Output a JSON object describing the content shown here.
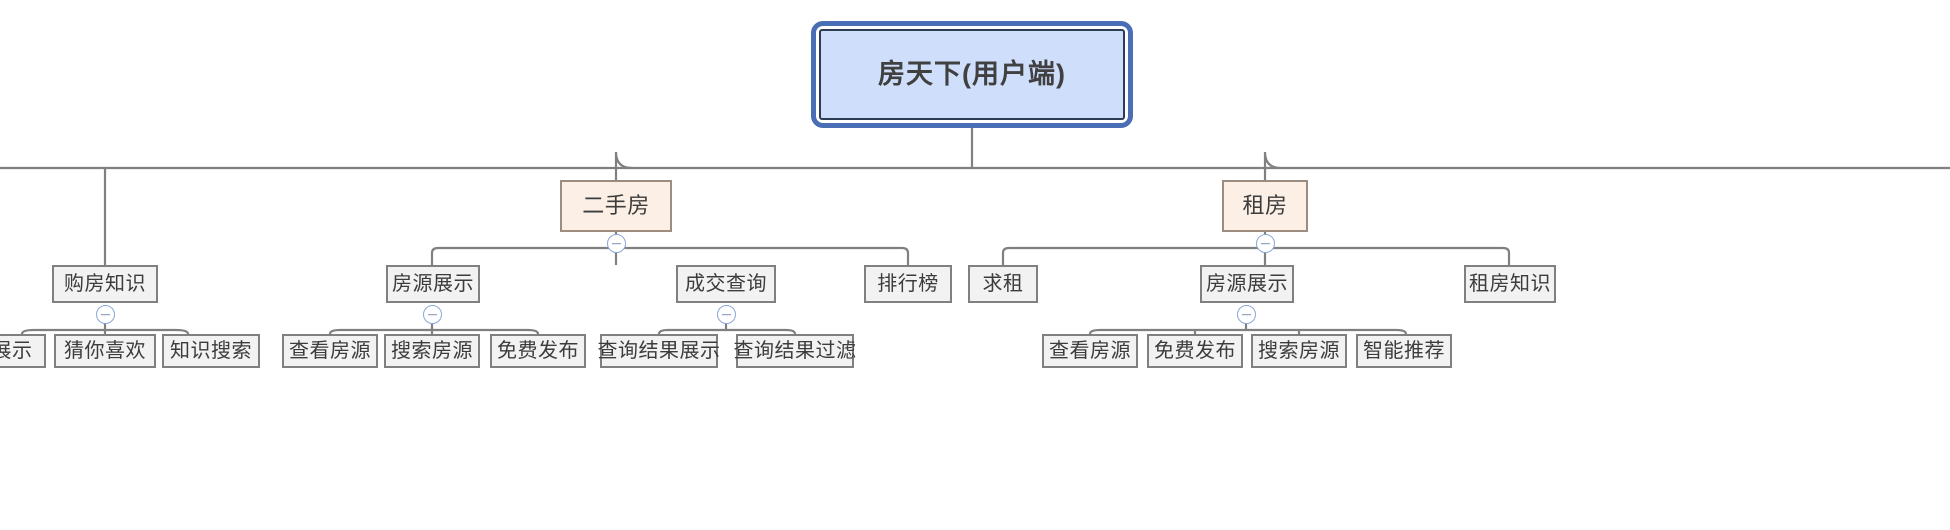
{
  "diagram": {
    "type": "tree-mindmap",
    "title": "房天下(用户端)",
    "orientation": "top-down",
    "colors": {
      "root_fill": "#cfdefb",
      "root_outer_border": "#4a6eb5",
      "root_inner_border": "#2d3b55",
      "category_fill": "#fcf0e6",
      "category_border": "#9c8d80",
      "node_fill": "#f2f2f2",
      "node_border": "#808080",
      "edge": "#808080",
      "toggle_border": "#8aa6d8",
      "text": "#3c3c3c",
      "background": "#ffffff"
    }
  },
  "root": {
    "label": "房天下(用户端)"
  },
  "nodes": {
    "gou_fang_zhi_shi": {
      "label": "购房知识"
    },
    "ershoufang": {
      "label": "二手房"
    },
    "zufang": {
      "label": "租房"
    },
    "fangyuan_zhanshi_1": {
      "label": "房源展示"
    },
    "chengjiao_chaxun": {
      "label": "成交查询"
    },
    "paihangbang": {
      "label": "排行榜"
    },
    "qiuzu": {
      "label": "求租"
    },
    "fangyuan_zhanshi_2": {
      "label": "房源展示"
    },
    "zufang_zhishi": {
      "label": "租房知识"
    },
    "leaf_zhanshi": {
      "label": "展示"
    },
    "leaf_caini_xihuan": {
      "label": "猜你喜欢"
    },
    "leaf_zhishi_sousuo": {
      "label": "知识搜索"
    },
    "leaf_chakan_fangyuan_1": {
      "label": "查看房源"
    },
    "leaf_sousuo_fangyuan_1": {
      "label": "搜索房源"
    },
    "leaf_mianfei_fabu_1": {
      "label": "免费发布"
    },
    "leaf_chaxun_jieguo_zhanshi": {
      "label": "查询结果展示"
    },
    "leaf_chaxun_jieguo_guolv": {
      "label": "查询结果过滤"
    },
    "leaf_chakan_fangyuan_2": {
      "label": "查看房源"
    },
    "leaf_mianfei_fabu_2": {
      "label": "免费发布"
    },
    "leaf_sousuo_fangyuan_2": {
      "label": "搜索房源"
    },
    "leaf_zhineng_tuijian": {
      "label": "智能推荐"
    }
  },
  "toggles": {
    "ershoufang": "collapse-minus",
    "zufang": "collapse-minus",
    "gou_fang_zhi_shi": "collapse-minus",
    "fangyuan_zhanshi_1": "collapse-minus",
    "chengjiao_chaxun": "collapse-minus",
    "fangyuan_zhanshi_2": "collapse-minus"
  },
  "tree": {
    "label": "房天下(用户端)",
    "children": [
      {
        "label": "购房知识",
        "children": [
          {
            "label": "展示"
          },
          {
            "label": "猜你喜欢"
          },
          {
            "label": "知识搜索"
          }
        ]
      },
      {
        "label": "二手房",
        "children": [
          {
            "label": "房源展示",
            "children": [
              {
                "label": "查看房源"
              },
              {
                "label": "搜索房源"
              },
              {
                "label": "免费发布"
              }
            ]
          },
          {
            "label": "成交查询",
            "children": [
              {
                "label": "查询结果展示"
              },
              {
                "label": "查询结果过滤"
              }
            ]
          },
          {
            "label": "排行榜"
          }
        ]
      },
      {
        "label": "租房",
        "children": [
          {
            "label": "求租"
          },
          {
            "label": "房源展示",
            "children": [
              {
                "label": "查看房源"
              },
              {
                "label": "免费发布"
              },
              {
                "label": "搜索房源"
              },
              {
                "label": "智能推荐"
              }
            ]
          },
          {
            "label": "租房知识"
          }
        ]
      }
    ]
  }
}
